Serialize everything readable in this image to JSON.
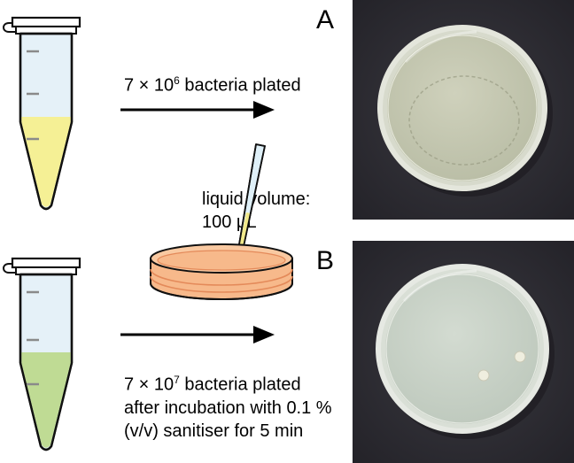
{
  "colors": {
    "tube_top_liquid": "#f5f095",
    "tube_bottom_liquid": "#bfdb94",
    "tube_glass": "#e5f1f8",
    "dish_fill": "#f7b98b",
    "dish_stroke": "#111111",
    "pipette_tip": "#dff0f8",
    "pipette_liquid": "#f1e98a",
    "photo_background": "#2b2a30",
    "agar_a": "#c5c8b1",
    "agar_b": "#c8d1c6"
  },
  "top_row": {
    "label_prefix": "7 × 10",
    "label_exponent": "6",
    "label_suffix": " bacteria plated"
  },
  "bottom_row": {
    "line1_prefix": "7 × 10",
    "line1_exponent": "7",
    "line1_suffix": " bacteria plated",
    "line2": "after incubation with 0.1 %",
    "line3": "(v/v) sanitiser for 5 min"
  },
  "center": {
    "volume_line1": "liquid volume:",
    "volume_line2": "100 µL"
  },
  "panels": {
    "a_label": "A",
    "b_label": "B"
  }
}
